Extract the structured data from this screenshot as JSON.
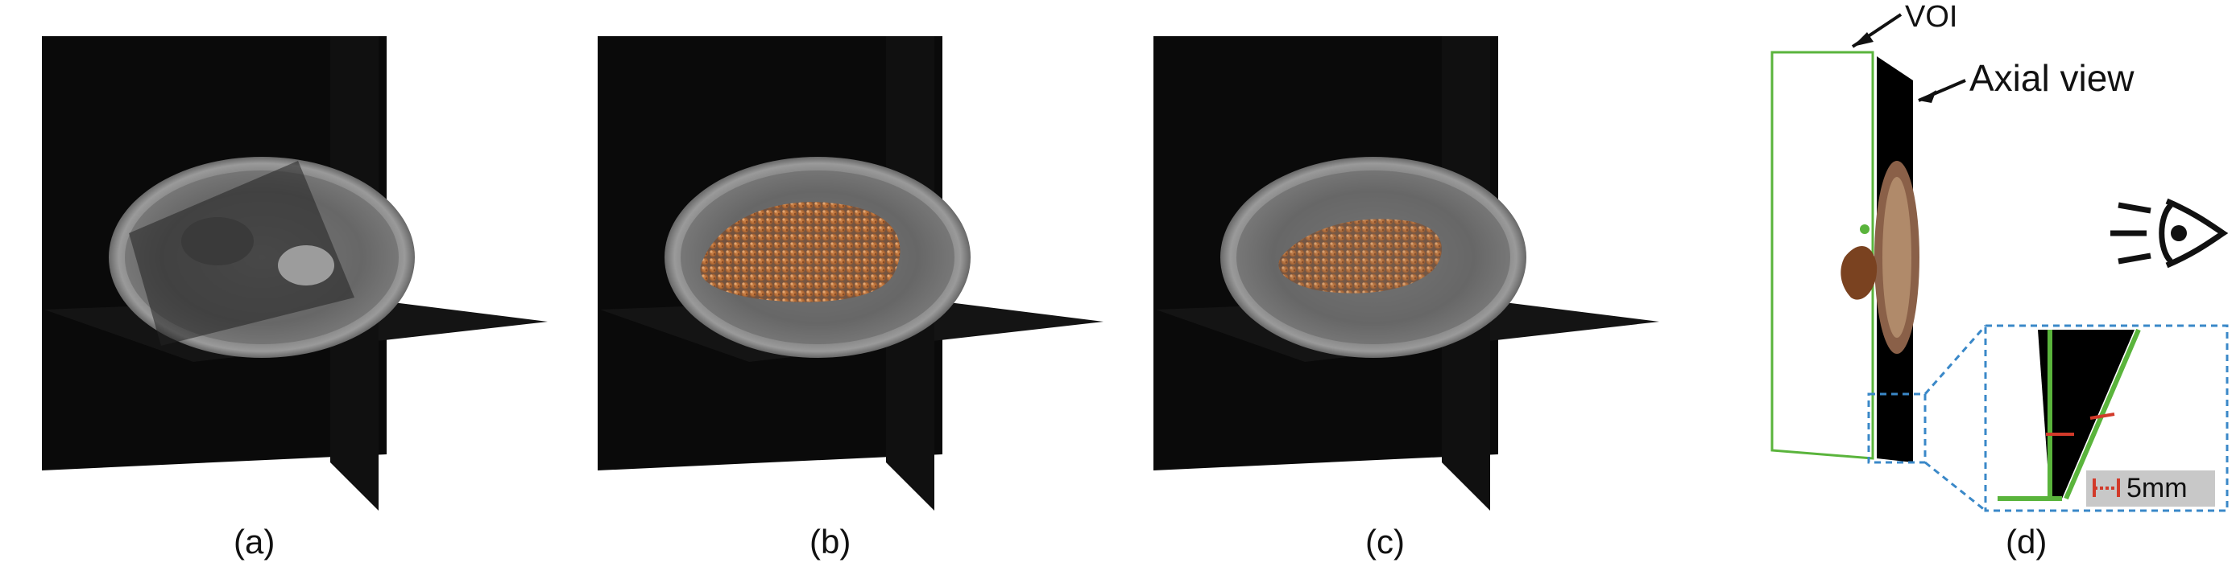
{
  "panels": [
    {
      "id": "a",
      "caption": "(a)"
    },
    {
      "id": "b",
      "caption": "(b)"
    },
    {
      "id": "c",
      "caption": "(c)"
    },
    {
      "id": "d",
      "caption": "(d)"
    }
  ],
  "annotations": {
    "voi": "VOI",
    "axial_view": "Axial view",
    "scale": "5mm"
  },
  "icons": [
    "eye-icon"
  ],
  "colors": {
    "overlay_orange": "#c87a3c",
    "voi_green": "#5ab43c",
    "zoom_box_blue": "#3a88c8",
    "scale_red": "#d23a2a"
  }
}
